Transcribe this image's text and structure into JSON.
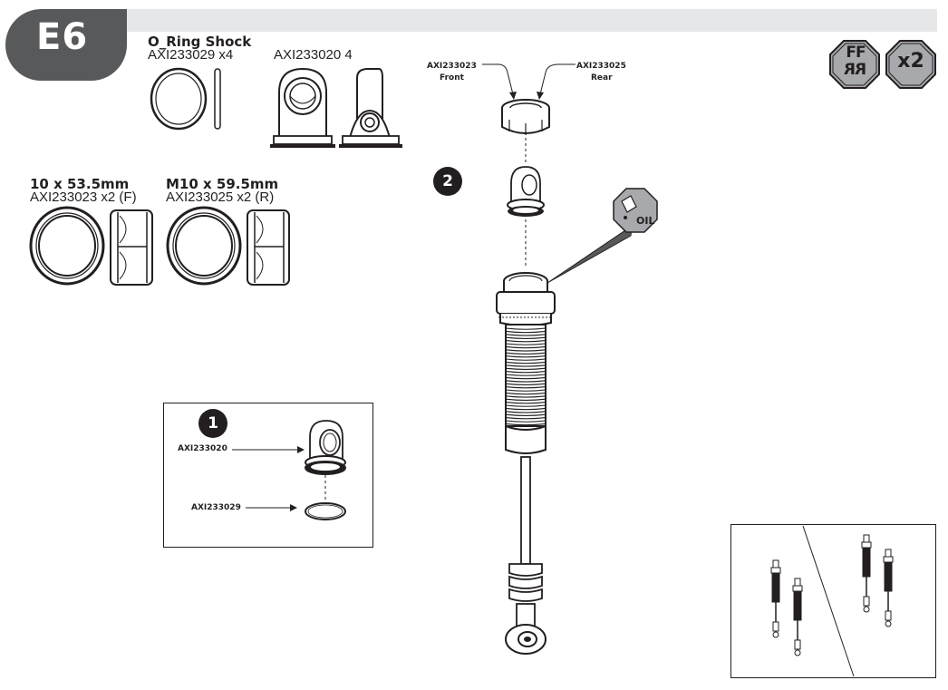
{
  "step": {
    "label": "E6"
  },
  "parts": {
    "oring_title": "O_Ring Shock",
    "oring_part": "AXI233029 x4",
    "end_part": "AXI233020 4",
    "front_cap_size": "10 x 53.5mm",
    "front_cap_part": "AXI233023 x2 (F)",
    "rear_cap_size": "M10 x 59.5mm",
    "rear_cap_part": "AXI233025 x2 (R)"
  },
  "step1": {
    "number": "1",
    "end_label": "AXI233020",
    "oring_label": "AXI233029"
  },
  "step2": {
    "number": "2",
    "front_part": "AXI233023",
    "front_word": "Front",
    "rear_part": "AXI233025",
    "rear_word": "Rear",
    "oil_label": "OIL"
  },
  "badges": {
    "fr_top": "FF",
    "fr_bottom": "RR",
    "quantity": "x2"
  },
  "colors": {
    "ink": "#231f20",
    "badge_gray": "#58595b",
    "header_gray": "#e6e7e8",
    "octagon_gray": "#a7a9ac"
  }
}
